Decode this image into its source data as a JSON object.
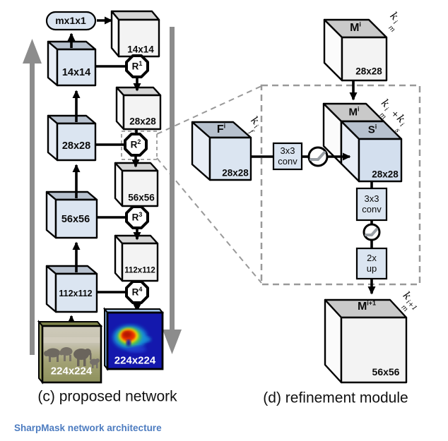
{
  "colors": {
    "blue_front": "#dbe5f1",
    "blue_top": "#b7c1ce",
    "blue_side": "#e9eef6",
    "white_front": "#f3f3f3",
    "white_top": "#d5d5d5",
    "white_side": "#fbfbfb",
    "gray_top": "#c9c9c9",
    "sblue_front": "#d3dfee",
    "box_fill": "#dbe5f1",
    "gray_arrow": "#8c8c8c",
    "dash": "#999999",
    "footer_blue": "#4d7cc0",
    "heat_bg": "#1418ad"
  },
  "panel_c": {
    "caption": "(c) proposed network",
    "pill": "mx1x1",
    "encoder": [
      "14x14",
      "28x28",
      "56x56",
      "112x112"
    ],
    "decoder": [
      "14x14",
      "28x28",
      "56x56",
      "112x112"
    ],
    "refinements": [
      {
        "base": "R",
        "sup": "1"
      },
      {
        "base": "R",
        "sup": "2"
      },
      {
        "base": "R",
        "sup": "3"
      },
      {
        "base": "R",
        "sup": "4"
      }
    ],
    "input_label": "224x224",
    "output_label": "224x224"
  },
  "panel_d": {
    "caption": "(d) refinement module",
    "mask_cube": {
      "name": "M",
      "sup": "i",
      "size": "28x28",
      "ch_base": "k",
      "ch_sub": "m",
      "ch_sup": "i"
    },
    "feat_cube": {
      "name": "F",
      "sup": "i",
      "size": "28x28",
      "ch_base": "k",
      "ch_sub": "f",
      "ch_sup": "i"
    },
    "concat_cube": {
      "back_name": "M",
      "back_sup": "i",
      "front_name": "S",
      "front_sup": "i",
      "size": "28x28",
      "ch1_base": "k",
      "ch1_sub": "m",
      "ch1_sup": "i",
      "plus": "+",
      "ch2_base": "k",
      "ch2_sub": "s",
      "ch2_sup": "i"
    },
    "conv1_line1": "3x3",
    "conv1_line2": "conv",
    "conv2_line1": "3x3",
    "conv2_line2": "conv",
    "up_line1": "2x",
    "up_line2": "up",
    "out_cube": {
      "name": "M",
      "sup": "i+1",
      "size": "56x56",
      "ch_base": "k",
      "ch_sub": "m",
      "ch_sup": "i+1"
    }
  },
  "footer": "SharpMask network architecture"
}
